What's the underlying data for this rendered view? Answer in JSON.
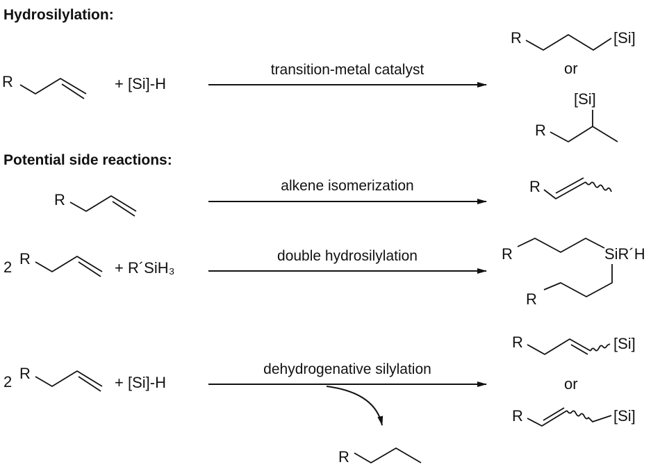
{
  "headings": {
    "hydrosilylation": "Hydrosilylation:",
    "side_reactions": "Potential side reactions:"
  },
  "atoms": {
    "R": "R",
    "si": "[Si]",
    "two": "2",
    "or": "or"
  },
  "reactions": [
    {
      "reagent": "+ [Si]-H",
      "label": "transition-metal catalyst"
    },
    {
      "reagent": "",
      "label": "alkene isomerization"
    },
    {
      "reagent": "+ R´SiH₃",
      "label": "double hydrosilylation",
      "product_si": "SiR´H"
    },
    {
      "reagent": "+ [Si]-H",
      "label": "dehydrogenative silylation"
    }
  ]
}
